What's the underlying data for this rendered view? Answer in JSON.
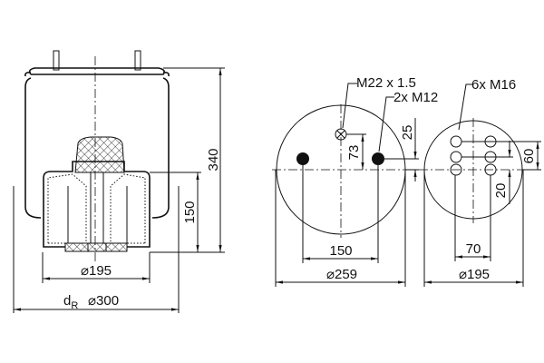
{
  "side_view": {
    "height_total": "340",
    "height_piston": "150",
    "piston_diameter": "⌀195",
    "max_diameter_symbol": "d",
    "max_diameter_subscript": "R",
    "max_diameter": "⌀300"
  },
  "top_plate_view": {
    "valve_thread": "M22 x 1.5",
    "bolt_thread": "2x M12",
    "valve_offset": "73",
    "bolt_offset": "25",
    "bolt_spacing": "150",
    "diameter": "⌀259"
  },
  "piston_base_view": {
    "bolt_thread": "6x M16",
    "row_spacing": "60",
    "center_offset": "20",
    "column_spacing": "70",
    "diameter": "⌀195"
  }
}
